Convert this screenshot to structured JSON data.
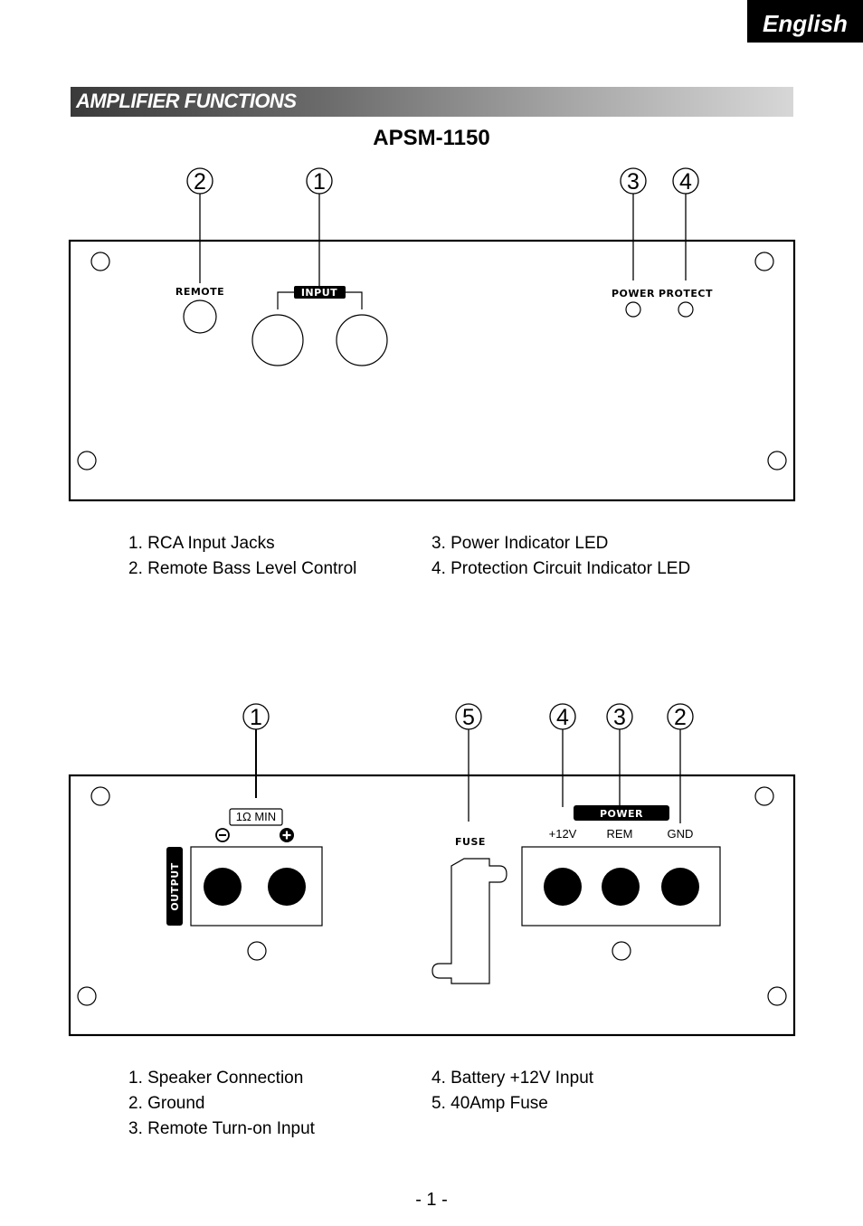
{
  "header": {
    "language_tab": "English"
  },
  "section": {
    "title": "AMPLIFIER FUNCTIONS"
  },
  "model": "APSM-1150",
  "front_panel": {
    "callouts": [
      "2",
      "1",
      "3",
      "4"
    ],
    "labels": {
      "remote": "REMOTE",
      "input": "INPUT",
      "power": "POWER",
      "protect": "PROTECT"
    },
    "legend_left": [
      "1. RCA Input Jacks",
      "2. Remote Bass Level Control"
    ],
    "legend_right": [
      "3. Power Indicator LED",
      "4. Protection Circuit Indicator LED"
    ]
  },
  "rear_panel": {
    "callouts": [
      "1",
      "5",
      "4",
      "3",
      "2"
    ],
    "labels": {
      "impedance": "1Ω MIN",
      "output": "OUTPUT",
      "fuse": "FUSE",
      "power": "POWER",
      "plus12v": "+12V",
      "rem": "REM",
      "gnd": "GND"
    },
    "legend_left": [
      "1. Speaker Connection",
      "2. Ground",
      "3. Remote Turn-on Input"
    ],
    "legend_right": [
      "4. Battery +12V Input",
      "5. 40Amp Fuse"
    ]
  },
  "footer": {
    "page_number": "- 1 -"
  }
}
